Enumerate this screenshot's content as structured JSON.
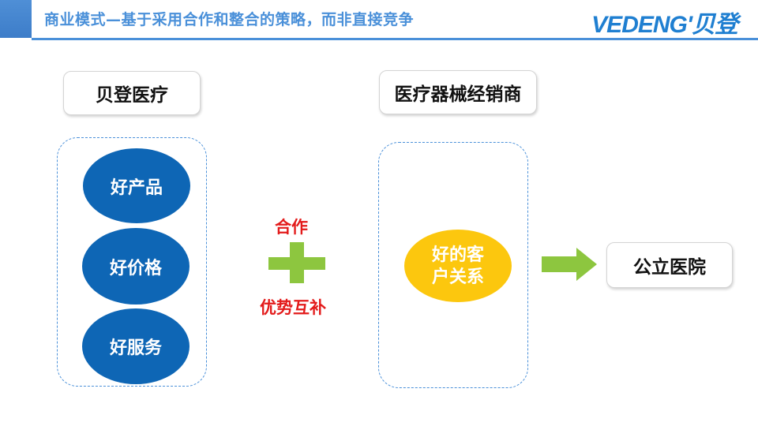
{
  "header": {
    "title": "商业模式—基于采用合作和整合的策略，而非直接竞争",
    "brand": "VEDENG'贝登"
  },
  "left_group": {
    "label": "贝登医疗",
    "items": [
      "好产品",
      "好价格",
      "好服务"
    ]
  },
  "middle": {
    "top_text": "合作",
    "bottom_text": "优势互补",
    "symbol_icon": "plus-icon"
  },
  "right_group": {
    "label": "医疗器械经销商",
    "item_line1": "好的客",
    "item_line2": "户关系"
  },
  "arrow_icon": "arrow-right-icon",
  "target": {
    "label": "公立医院"
  },
  "colors": {
    "accent_blue": "#4a90d9",
    "ellipse_blue": "#0e66b5",
    "ellipse_gold": "#fcc70e",
    "green": "#8dc63f",
    "red": "#e31b1b"
  }
}
